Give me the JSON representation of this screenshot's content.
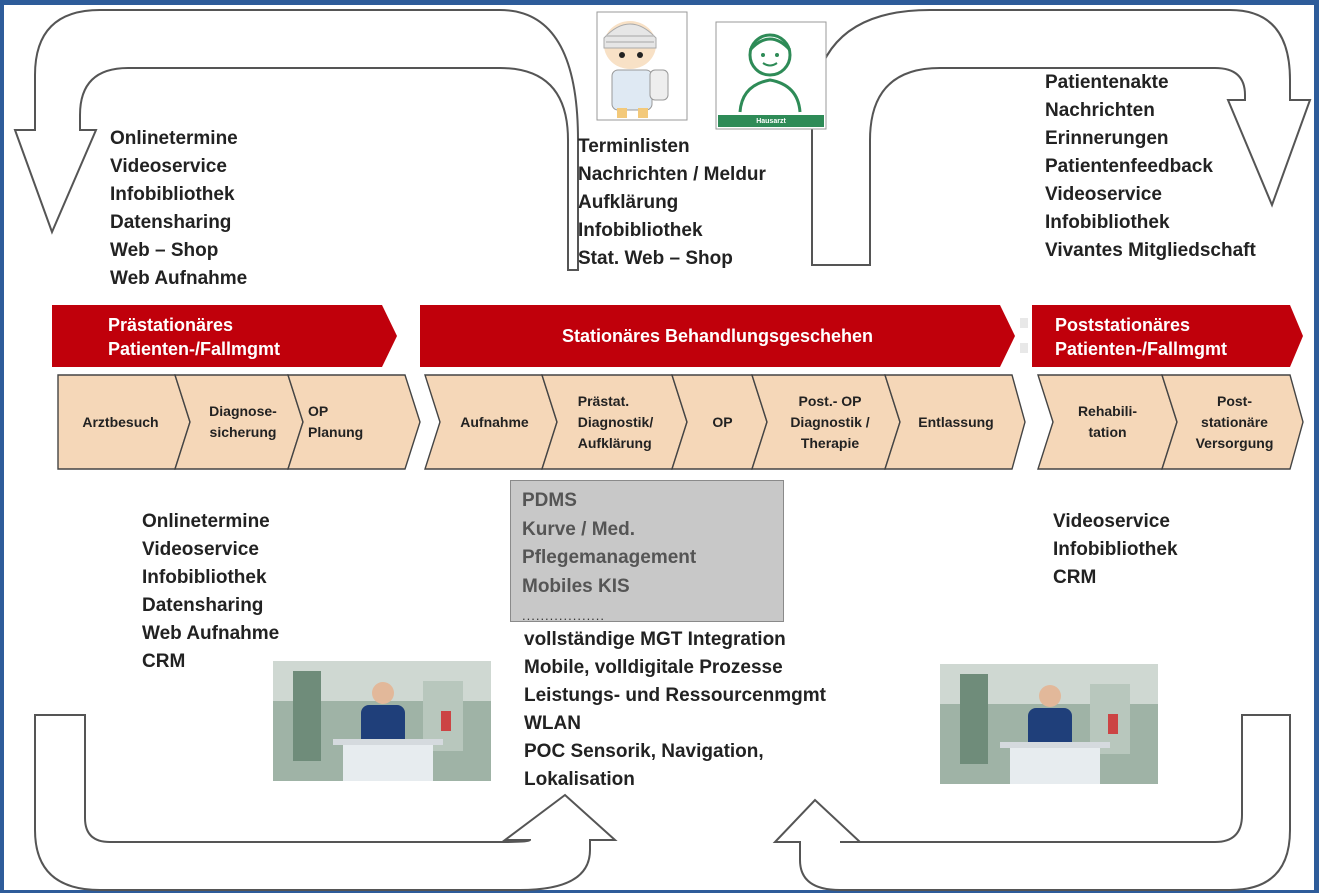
{
  "top_left_list": [
    "Onlinetermine",
    "Videoservice",
    "Infobibliothek",
    "Datensharing",
    "Web – Shop",
    "Web Aufnahme"
  ],
  "top_center_list": [
    "Terminlisten",
    "Nachrichten / Meldur",
    "Aufklärung",
    "Infobibliothek",
    "Stat. Web – Shop"
  ],
  "top_right_list": [
    "Patientenakte",
    "Nachrichten",
    "Erinnerungen",
    "Patientenfeedback",
    "Videoservice",
    "Infobibliothek",
    "Vivantes Mitgliedschaft"
  ],
  "phases": {
    "pre": [
      "Prästationäres",
      "Patienten-/Fallmgmt"
    ],
    "stat": "Stationäres Behandlungsgeschehen",
    "post": [
      "Poststationäres",
      "Patienten-/Fallmgmt"
    ]
  },
  "doctor_label": "Hausarzt",
  "steps": {
    "arztbesuch": "Arztbesuch",
    "diagnose": [
      "Diagnose-",
      "sicherung"
    ],
    "op_planung": [
      "OP",
      "Planung"
    ],
    "aufnahme": "Aufnahme",
    "praestat": [
      "Prästat.",
      "Diagnostik/",
      "Aufklärung"
    ],
    "op": "OP",
    "post_op": [
      "Post.- OP",
      "Diagnostik /",
      "Therapie"
    ],
    "entlassung": "Entlassung",
    "reha": [
      "Rehabili-",
      "tation"
    ],
    "poststat": [
      "Post-",
      "stationäre",
      "Versorgung"
    ]
  },
  "bottom_left_list": [
    "Onlinetermine",
    "Videoservice",
    "Infobibliothek",
    "Datensharing",
    "Web Aufnahme",
    "CRM"
  ],
  "gray_box_list": [
    "PDMS",
    "Kurve / Med.",
    "Pflegemanagement",
    "Mobiles KIS"
  ],
  "gray_box_dots": "..................",
  "bottom_center_list": [
    "vollständige MGT Integration",
    "Mobile, volldigitale Prozesse",
    "Leistungs- und Ressourcenmgmt",
    "WLAN",
    "POC Sensorik, Navigation,",
    "Lokalisation"
  ],
  "bottom_right_list": [
    "Videoservice",
    "Infobibliothek",
    "CRM"
  ],
  "colors": {
    "phase_red": "#c0000b",
    "step_fill": "#f5d7b8",
    "frame_blue": "#2e5c9a",
    "gray_box": "#c8c8c8"
  }
}
